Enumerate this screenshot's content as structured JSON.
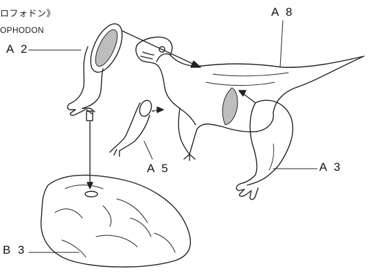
{
  "title": {
    "japanese": "ロフォドン》",
    "english": "OPHODON"
  },
  "part_labels": {
    "a2": "A 2",
    "a8": "A 8",
    "a5": "A 5",
    "a3": "A 3",
    "b3": "B 3"
  },
  "colors": {
    "line": "#222222",
    "shade": "#9a9a9a",
    "background": "#ffffff"
  }
}
